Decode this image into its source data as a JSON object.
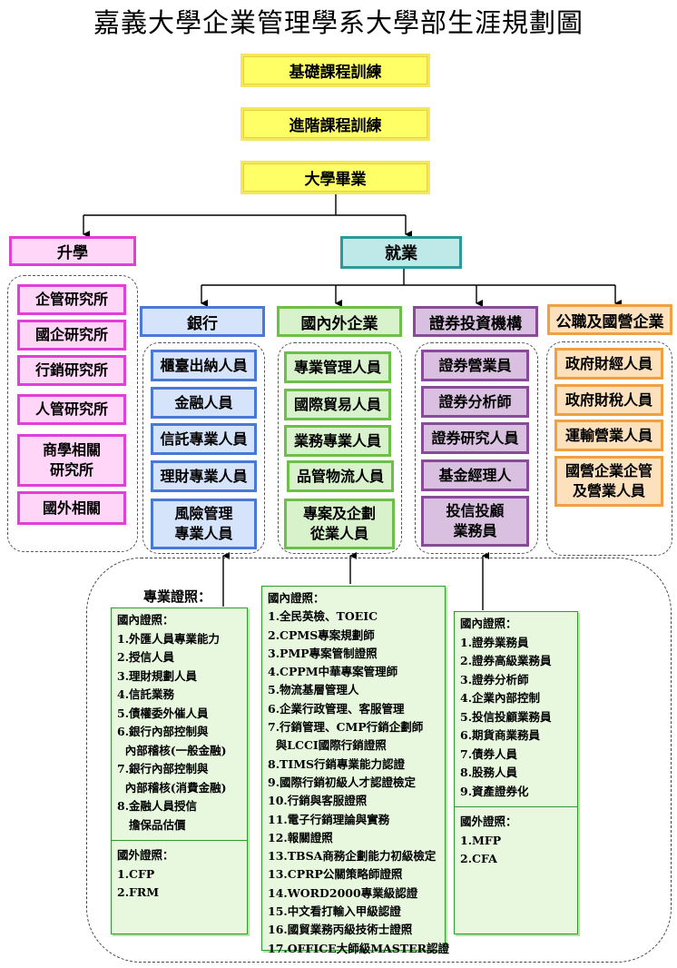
{
  "title": "嘉義大學企業管理學系大學部生涯規劃圖",
  "stages": [
    "基礎課程訓練",
    "進階課程訓練",
    "大學畢業"
  ],
  "branches": {
    "study": "升學",
    "employment": "就業"
  },
  "study_items": [
    "企管研究所",
    "國企研究所",
    "行銷研究所",
    "人管研究所",
    "商學相關\n研究所",
    "國外相關"
  ],
  "categories": {
    "bank": {
      "label": "銀行",
      "items": [
        "櫃臺出納人員",
        "金融人員",
        "信託專業人員",
        "理財專業人員",
        "風險管理\n專業人員"
      ]
    },
    "enterprise": {
      "label": "國內外企業",
      "items": [
        "專業管理人員",
        "國際貿易人員",
        "業務專業人員",
        "品管物流人員",
        "專案及企劃\n從業人員"
      ]
    },
    "securities": {
      "label": "證券投資機構",
      "items": [
        "證券營業員",
        "證券分析師",
        "證券研究人員",
        "基金經理人",
        "投信投顧\n業務員"
      ]
    },
    "public": {
      "label": "公職及國營企業",
      "items": [
        "政府財經人員",
        "政府財稅人員",
        "運輸營業人員",
        "國營企業企管\n及營業人員"
      ]
    }
  },
  "licenses_label": "專業證照：",
  "bank_licenses": {
    "domestic_title": "國內證照：",
    "domestic": [
      "1.外匯人員專業能力",
      "2.授信人員",
      "3.理財規劃人員",
      "4.信託業務",
      "5.債權委外催人員",
      "6.銀行內部控制與",
      "  內部稽核(一般金融)",
      "7.銀行內部控制與",
      "  內部稽核(消費金融)",
      "8.金融人員授信",
      "   擔保品估價"
    ],
    "foreign_title": "國外證照：",
    "foreign": [
      "1.CFP",
      "2.FRM"
    ]
  },
  "enterprise_licenses": {
    "domestic_title": "國內證照：",
    "domestic": [
      "1.全民英檢、TOEIC",
      "2.CPMS專案規劃師",
      "3.PMP專案管制證照",
      "4.CPPM中華專案管理師",
      "5.物流基層管理人",
      "6.企業行政管理、客服管理",
      "7.行銷管理、CMP行銷企劃師",
      "  與LCCI國際行銷證照",
      "8.TIMS行銷專業能力認證",
      "9.國際行銷初級人才認證檢定",
      "10.行銷與客服證照",
      "11.電子行銷理論與實務",
      "12.報關證照",
      "13.TBSA商務企劃能力初級檢定",
      "13.CPRP公關策略師證照",
      "14.WORD2000專業級認證",
      "15.中文看打輸入甲級認證",
      "16.國貿業務丙級技術士證照",
      "17.OFFICE大師級MASTER認證"
    ]
  },
  "securities_licenses": {
    "domestic_title": "國內證照：",
    "domestic": [
      "1.證券業務員",
      "2.證券高級業務員",
      "3.證券分析師",
      "4.企業內部控制",
      "5.投信投顧業務員",
      "6.期貨商業務員",
      "7.債券人員",
      "8.股務人員",
      "9.資產證券化"
    ],
    "foreign_title": "國外證照：",
    "foreign": [
      "1.MFP",
      "2.CFA"
    ]
  }
}
